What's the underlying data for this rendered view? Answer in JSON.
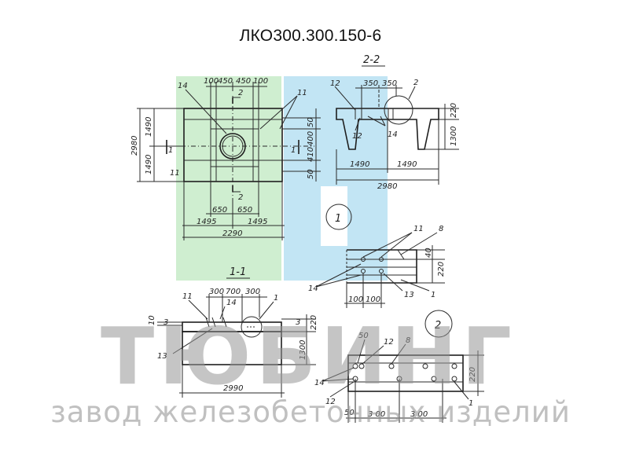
{
  "title": "ЛКО300.300.150-6",
  "watermark": {
    "brand": "ТЮБИНГ",
    "tagline": "завод железобетонных изделий",
    "colors": {
      "green": "#cdeccd",
      "blue": "#bfe3f3",
      "gray": "#9a9a9a"
    }
  },
  "sections": {
    "plan_cut": "2-2",
    "front_section": "1-1"
  },
  "nodes": {
    "node1": "1",
    "node2": "2"
  },
  "plan": {
    "top_dims": [
      "100",
      "450",
      "450",
      "100"
    ],
    "cut_mark": "2",
    "left_dims": [
      "1490",
      "1490"
    ],
    "overall_left": "2980",
    "right_dims": [
      "50",
      "400",
      "410",
      "50"
    ],
    "bottom_inner": [
      "650",
      "650"
    ],
    "bottom_mid": [
      "1495",
      "1495"
    ],
    "bottom_overall": "2290",
    "section_mark": "1",
    "callouts": [
      "14",
      "11",
      "11"
    ]
  },
  "section22": {
    "top_dims": [
      "350",
      "350"
    ],
    "callouts": [
      "12",
      "12",
      "14",
      "2"
    ],
    "height_dims": [
      "220",
      "1300"
    ],
    "bottom_dims": [
      "1490",
      "1490"
    ],
    "overall": "2980"
  },
  "node1_detail": {
    "callouts": [
      "11",
      "8",
      "14",
      "13",
      "1"
    ],
    "side_dims": [
      "40",
      "220"
    ],
    "bottom_dims": [
      "100",
      "100"
    ]
  },
  "section11": {
    "top_dims": [
      "300",
      "700",
      "300"
    ],
    "callouts": [
      "11",
      "14",
      "1",
      "13"
    ],
    "left_dims": [
      "10",
      "3"
    ],
    "right_dims": [
      "3",
      "220",
      "1300"
    ],
    "overall": "2990"
  },
  "node2_detail": {
    "callouts": [
      "50",
      "12",
      "8",
      "14",
      "12",
      "1"
    ],
    "side_dim": "220",
    "bottom_dims": [
      "50",
      "3 00",
      "3 00"
    ]
  }
}
